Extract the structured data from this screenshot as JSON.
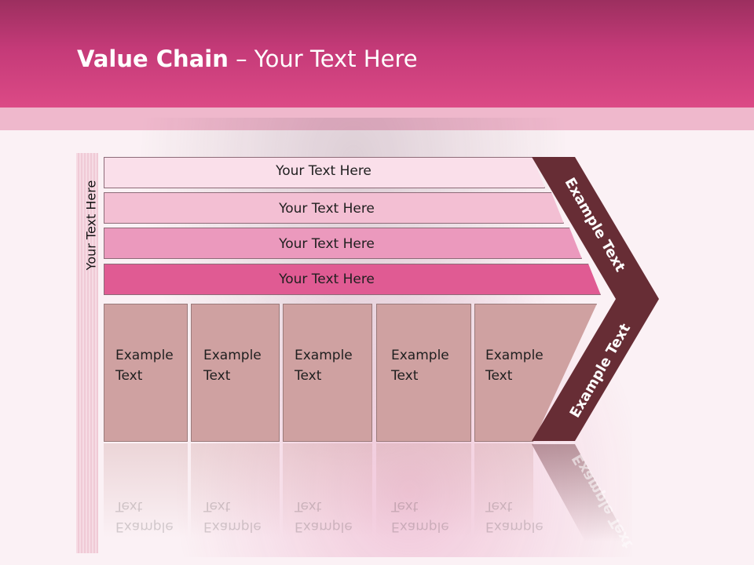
{
  "title": {
    "bold": "Value Chain",
    "rest": " – Your Text Here"
  },
  "side_label": "Your Text Here",
  "bands": [
    {
      "label": "Your Text Here",
      "color": "#fadfea"
    },
    {
      "label": "Your Text Here",
      "color": "#f3bfd3"
    },
    {
      "label": "Your Text Here",
      "color": "#eb99bd"
    },
    {
      "label": "Your Text Here",
      "color": "#e05b93"
    }
  ],
  "activities": [
    {
      "label": "Example\nText"
    },
    {
      "label": "Example\nText"
    },
    {
      "label": "Example\nText"
    },
    {
      "label": "Example\nText"
    },
    {
      "label": "Example\nText"
    }
  ],
  "arrow": {
    "top_label": "Example Text",
    "bottom_label": "Example Text",
    "color": "#672d35"
  }
}
